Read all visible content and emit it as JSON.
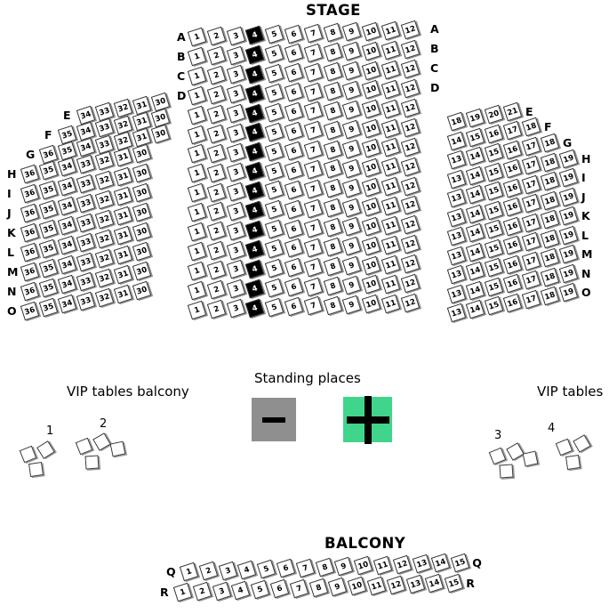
{
  "stage_label": "STAGE",
  "balcony_label": "BALCONY",
  "standing": {
    "label": "Standing places",
    "decrease_icon": "minus",
    "increase_icon": "plus",
    "decrease_color": "#8f8f8f",
    "increase_color": "#40d58b"
  },
  "vip_left": {
    "label": "VIP tables balcony",
    "tables": [
      {
        "number": "1"
      },
      {
        "number": "2"
      }
    ]
  },
  "vip_right": {
    "label": "VIP tables",
    "tables": [
      {
        "number": "3"
      },
      {
        "number": "4"
      }
    ]
  },
  "colors": {
    "seat_available": "#ffffff",
    "seat_occupied": "#000000"
  },
  "blocks": {
    "center": {
      "rows": [
        {
          "label": "A",
          "seats": [
            1,
            2,
            3,
            4,
            5,
            6,
            7,
            8,
            9,
            10,
            11,
            12
          ]
        },
        {
          "label": "B",
          "seats": [
            1,
            2,
            3,
            4,
            5,
            6,
            7,
            8,
            9,
            10,
            11,
            12
          ]
        },
        {
          "label": "C",
          "seats": [
            1,
            2,
            3,
            4,
            5,
            6,
            7,
            8,
            9,
            10,
            11,
            12
          ]
        },
        {
          "label": "D",
          "seats": [
            1,
            2,
            3,
            4,
            5,
            6,
            7,
            8,
            9,
            10,
            11,
            12
          ]
        },
        {
          "label": "E",
          "seats": [
            1,
            2,
            3,
            4,
            5,
            6,
            7,
            8,
            9,
            10,
            11,
            12
          ]
        },
        {
          "label": "F",
          "seats": [
            1,
            2,
            3,
            4,
            5,
            6,
            7,
            8,
            9,
            10,
            11,
            12
          ]
        },
        {
          "label": "G",
          "seats": [
            1,
            2,
            3,
            4,
            5,
            6,
            7,
            8,
            9,
            10,
            11,
            12
          ]
        },
        {
          "label": "H",
          "seats": [
            1,
            2,
            3,
            4,
            5,
            6,
            7,
            8,
            9,
            10,
            11,
            12
          ]
        },
        {
          "label": "I",
          "seats": [
            1,
            2,
            3,
            4,
            5,
            6,
            7,
            8,
            9,
            10,
            11,
            12
          ]
        },
        {
          "label": "J",
          "seats": [
            1,
            2,
            3,
            4,
            5,
            6,
            7,
            8,
            9,
            10,
            11,
            12
          ]
        },
        {
          "label": "K",
          "seats": [
            1,
            2,
            3,
            4,
            5,
            6,
            7,
            8,
            9,
            10,
            11,
            12
          ]
        },
        {
          "label": "L",
          "seats": [
            1,
            2,
            3,
            4,
            5,
            6,
            7,
            8,
            9,
            10,
            11,
            12
          ]
        },
        {
          "label": "M",
          "seats": [
            1,
            2,
            3,
            4,
            5,
            6,
            7,
            8,
            9,
            10,
            11,
            12
          ]
        },
        {
          "label": "N",
          "seats": [
            1,
            2,
            3,
            4,
            5,
            6,
            7,
            8,
            9,
            10,
            11,
            12
          ]
        },
        {
          "label": "O",
          "seats": [
            1,
            2,
            3,
            4,
            5,
            6,
            7,
            8,
            9,
            10,
            11,
            12
          ]
        }
      ]
    },
    "left": {
      "rows": [
        {
          "label": "E",
          "seats": [
            34,
            33,
            32,
            31,
            30
          ]
        },
        {
          "label": "F",
          "seats": [
            35,
            34,
            33,
            32,
            31,
            30
          ]
        },
        {
          "label": "G",
          "seats": [
            36,
            35,
            34,
            33,
            32,
            31,
            30
          ]
        },
        {
          "label": "H",
          "seats": [
            36,
            35,
            34,
            33,
            32,
            31,
            30
          ]
        },
        {
          "label": "I",
          "seats": [
            36,
            35,
            34,
            33,
            32,
            31,
            30
          ]
        },
        {
          "label": "J",
          "seats": [
            36,
            35,
            34,
            33,
            32,
            31,
            30
          ]
        },
        {
          "label": "K",
          "seats": [
            36,
            35,
            34,
            33,
            32,
            31,
            30
          ]
        },
        {
          "label": "L",
          "seats": [
            36,
            35,
            34,
            33,
            32,
            31,
            30
          ]
        },
        {
          "label": "M",
          "seats": [
            36,
            35,
            34,
            33,
            32,
            31,
            30
          ]
        },
        {
          "label": "N",
          "seats": [
            36,
            35,
            34,
            33,
            32,
            31,
            30
          ]
        },
        {
          "label": "O",
          "seats": [
            36,
            35,
            34,
            33,
            32,
            31,
            30
          ]
        }
      ]
    },
    "right": {
      "rows": [
        {
          "label": "E",
          "seats": [
            18,
            19,
            20,
            21
          ]
        },
        {
          "label": "F",
          "seats": [
            14,
            15,
            16,
            17,
            18
          ]
        },
        {
          "label": "G",
          "seats": [
            13,
            14,
            15,
            16,
            17,
            18
          ]
        },
        {
          "label": "H",
          "seats": [
            13,
            14,
            15,
            16,
            17,
            18,
            19
          ]
        },
        {
          "label": "I",
          "seats": [
            13,
            14,
            15,
            16,
            17,
            18,
            19
          ]
        },
        {
          "label": "J",
          "seats": [
            13,
            14,
            15,
            16,
            17,
            18,
            19
          ]
        },
        {
          "label": "K",
          "seats": [
            13,
            14,
            15,
            16,
            17,
            18,
            19
          ]
        },
        {
          "label": "L",
          "seats": [
            13,
            14,
            15,
            16,
            17,
            18,
            19
          ]
        },
        {
          "label": "M",
          "seats": [
            13,
            14,
            15,
            16,
            17,
            18,
            19
          ]
        },
        {
          "label": "N",
          "seats": [
            13,
            14,
            15,
            16,
            17,
            18,
            19
          ]
        },
        {
          "label": "O",
          "seats": [
            13,
            14,
            15,
            16,
            17,
            18,
            19
          ]
        }
      ]
    },
    "balcony": {
      "rows": [
        {
          "label": "Q",
          "seats": [
            1,
            2,
            3,
            4,
            5,
            6,
            7,
            8,
            9,
            10,
            11,
            12,
            13,
            14,
            15
          ]
        },
        {
          "label": "R",
          "seats": [
            1,
            2,
            3,
            4,
            5,
            6,
            7,
            8,
            9,
            10,
            11,
            12,
            13,
            14,
            15
          ]
        }
      ]
    }
  },
  "occupied": [
    "A-4",
    "B-4",
    "C-4",
    "D-4",
    "E-4",
    "F-4",
    "G-4",
    "H-4",
    "I-4",
    "J-4",
    "K-4",
    "L-4",
    "M-4",
    "N-4",
    "O-4"
  ]
}
